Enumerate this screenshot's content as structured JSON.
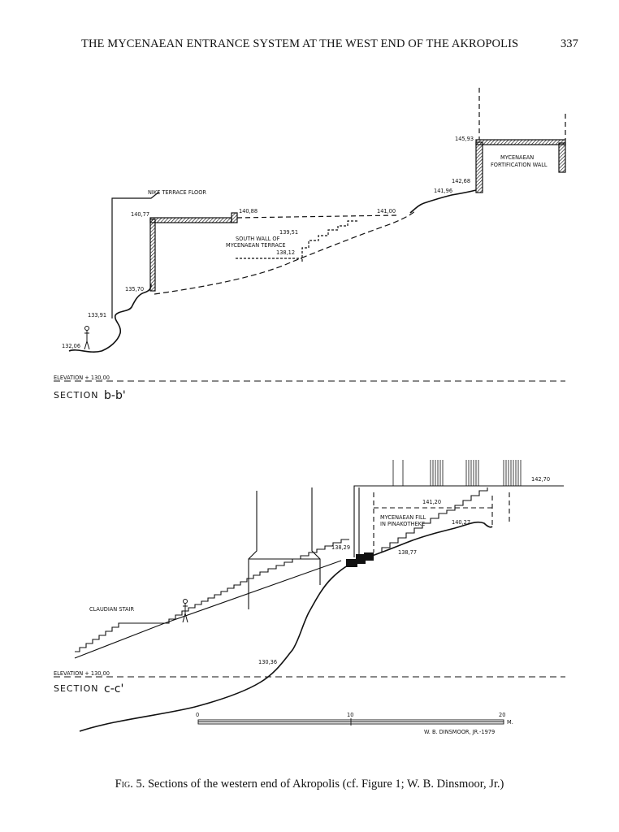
{
  "running_head": {
    "title": "THE MYCENAEAN ENTRANCE SYSTEM AT THE WEST END OF THE AKROPOLIS",
    "page_number": "337"
  },
  "figure": {
    "section_b": {
      "elevation_label": "ELEVATION + 130,00",
      "section_prefix": "SECTION",
      "section_id": "b-b'",
      "labels": {
        "nike_terrace_floor": "NIKE TERRACE FLOOR",
        "mycenaean_fortification_wall": [
          "MYCENAEAN",
          "FORTIFICATION WALL"
        ],
        "south_wall_terrace": [
          "SOUTH WALL OF",
          "MYCENAEAN TERRACE"
        ]
      },
      "elevations": {
        "e14593": "145,93",
        "e14268": "142,68",
        "e14196": "141,96",
        "e14100": "141,00",
        "e14088": "140,88",
        "e14077": "140,77",
        "e13951": "139,51",
        "e13812": "138,12",
        "e13570": "135,70",
        "e13391": "133,91",
        "e13206": "132,06"
      }
    },
    "section_c": {
      "elevation_label": "ELEVATION + 130,00",
      "section_prefix": "SECTION",
      "section_id": "c-c'",
      "labels": {
        "claudian_stair": "CLAUDIAN STAIR",
        "mycenaean_fill": [
          "MYCENAEAN FILL",
          "IN PINAKOTHEKE"
        ]
      },
      "elevations": {
        "e14270": "142,70",
        "e14120": "141,20",
        "e14027": "140,27",
        "e13829": "138,29",
        "e13877": "138,77",
        "e13036": "130,36"
      },
      "scale": {
        "ticks": [
          "0",
          "10",
          "20"
        ],
        "unit": "M.",
        "credit": "W. B. DINSMOOR, JR.-1979"
      }
    }
  },
  "caption": {
    "fig_label": "Fig. 5.",
    "text": " Sections of the western end of Akropolis (cf. Figure 1; W. B. Dinsmoor, Jr.)"
  }
}
